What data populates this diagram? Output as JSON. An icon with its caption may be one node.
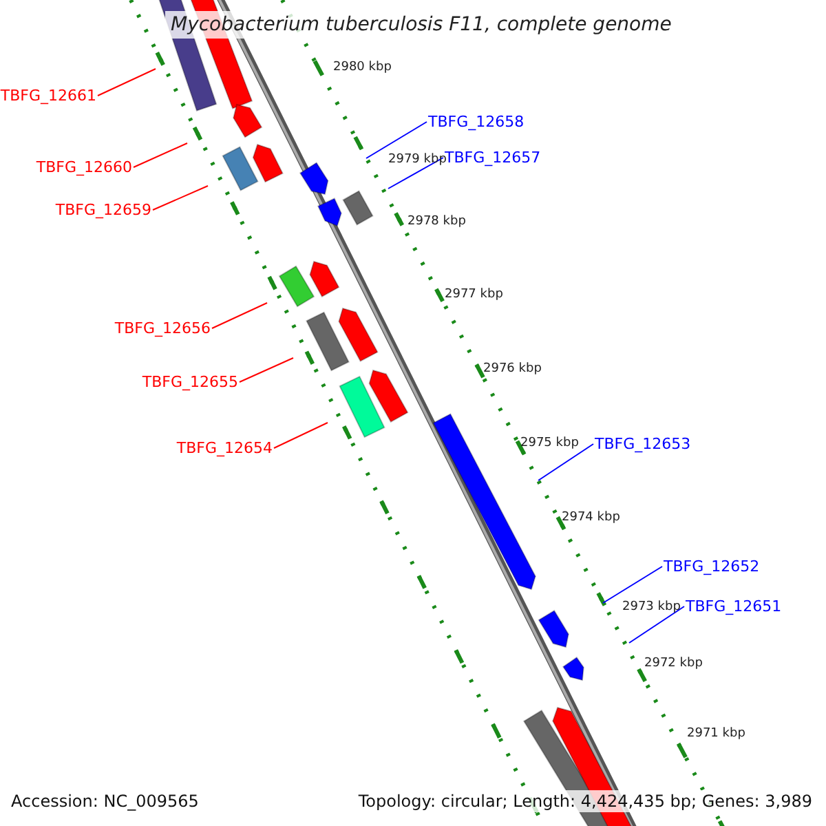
{
  "diagram": {
    "title": "Mycobacterium tuberculosis F11, complete genome",
    "nodes": [
      {
        "text": [
          "TBFG_12661"
        ]
      },
      {
        "text": [
          "TBFG_12660"
        ]
      },
      {
        "text": [
          "TBFG_12659"
        ]
      },
      {
        "text": [
          "TBFG_12656"
        ]
      },
      {
        "text": [
          "TBFG_12655"
        ]
      },
      {
        "text": [
          "TBFG_12654"
        ]
      },
      {
        "text": [
          "TBFG_12658"
        ]
      },
      {
        "text": [
          "TBFG_12657"
        ]
      },
      {
        "text": [
          "TBFG_12653"
        ]
      },
      {
        "text": [
          "TBFG_12652"
        ]
      },
      {
        "text": [
          "TBFG_12651"
        ]
      }
    ],
    "edges": [
      {
        "from": 0,
        "to": null,
        "arrow": "none"
      },
      {
        "from": 1,
        "to": null,
        "arrow": "none"
      },
      {
        "from": 2,
        "to": null,
        "arrow": "none"
      },
      {
        "from": 3,
        "to": null,
        "arrow": "none"
      },
      {
        "from": 4,
        "to": null,
        "arrow": "none"
      },
      {
        "from": 5,
        "to": null,
        "arrow": "none"
      },
      {
        "from": 6,
        "to": null,
        "arrow": "none",
        "color": "#0000ff"
      },
      {
        "from": 7,
        "to": null,
        "arrow": "none",
        "color": "#0000ff"
      },
      {
        "from": 8,
        "to": null,
        "arrow": "none",
        "color": "#0000ff"
      },
      {
        "from": 9,
        "to": null,
        "arrow": "none",
        "color": "#0000ff"
      },
      {
        "from": 10,
        "to": null,
        "arrow": "none",
        "color": "#0000ff"
      }
    ],
    "labels": [
      "2980 kbp",
      "2979 kbp",
      "2978 kbp",
      "2977 kbp",
      "2976 kbp",
      "2975 kbp",
      "2974 kbp",
      "2973 kbp",
      "2972 kbp",
      "2971 kbp",
      "Accession: NC_009565",
      "Topology: circular; Length: 4,424,435 bp; Genes: 3,989"
    ]
  }
}
